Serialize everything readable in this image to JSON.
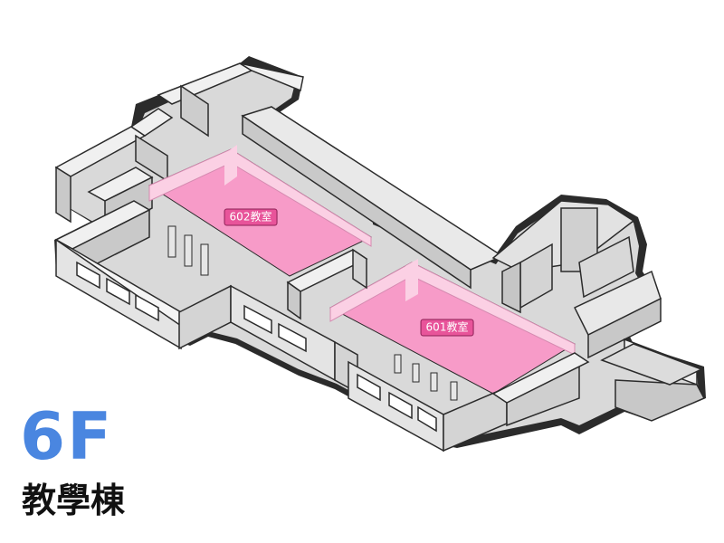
{
  "map": {
    "floor": "6F",
    "building": "教學棟",
    "rooms": [
      {
        "id": "602",
        "label": "602教室"
      },
      {
        "id": "601",
        "label": "601教室"
      }
    ],
    "colors": {
      "wall_top": "#f2f2f2",
      "wall_side": "#cfcfcf",
      "floor": "#dcdcdc",
      "outline": "#2b2b2b",
      "classroom_floor": "#f79bc8",
      "classroom_wall": "#fbd0e4",
      "label_bg": "#e8549a",
      "floor_number": "#4a86e0"
    }
  }
}
